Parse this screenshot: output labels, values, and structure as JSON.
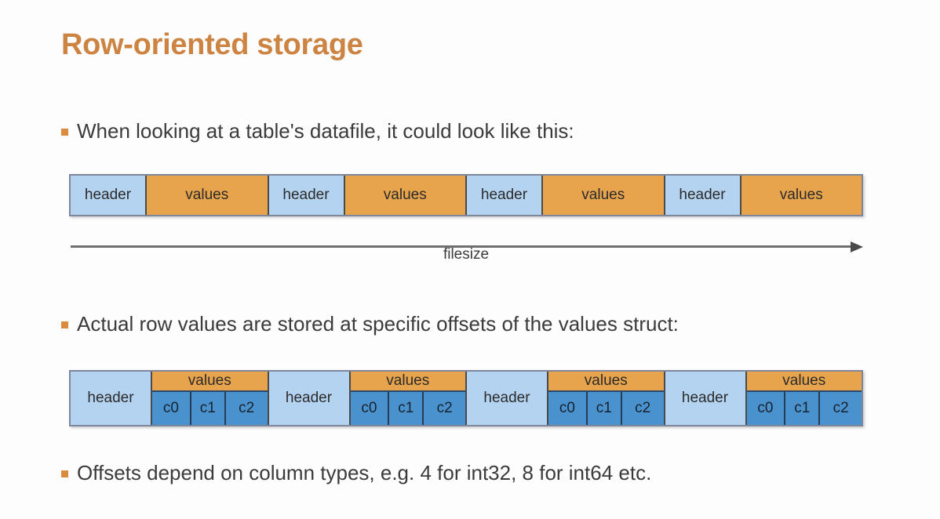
{
  "slide": {
    "title": "Row-oriented storage",
    "bullets": [
      {
        "text": "When looking at a table's datafile, it could look like this:"
      },
      {
        "text": "Actual row values are stored at specific offsets of the values struct:"
      },
      {
        "text": "Offsets depend on column types, e.g. 4 for int32, 8 for int64 etc."
      }
    ],
    "colors": {
      "title": "#cd8443",
      "bullet_marker": "#d98b40",
      "header_cell": "#b4d3f0",
      "values_cell": "#e8a44c",
      "column_cell": "#4a92ce",
      "axis": "#6f6f6f",
      "body_text": "#3b3b3b"
    },
    "diagram_datafile": {
      "cells": [
        {
          "label": "header",
          "kind": "header"
        },
        {
          "label": "values",
          "kind": "values"
        },
        {
          "label": "header",
          "kind": "header"
        },
        {
          "label": "values",
          "kind": "values"
        },
        {
          "label": "header",
          "kind": "header"
        },
        {
          "label": "values",
          "kind": "values"
        },
        {
          "label": "header",
          "kind": "header"
        },
        {
          "label": "values",
          "kind": "values"
        }
      ],
      "axis_label": "filesize"
    },
    "diagram_offsets": {
      "groups": [
        {
          "header": "header",
          "values": "values",
          "columns": [
            "c0",
            "c1",
            "c2"
          ]
        },
        {
          "header": "header",
          "values": "values",
          "columns": [
            "c0",
            "c1",
            "c2"
          ]
        },
        {
          "header": "header",
          "values": "values",
          "columns": [
            "c0",
            "c1",
            "c2"
          ]
        },
        {
          "header": "header",
          "values": "values",
          "columns": [
            "c0",
            "c1",
            "c2"
          ]
        }
      ]
    }
  }
}
